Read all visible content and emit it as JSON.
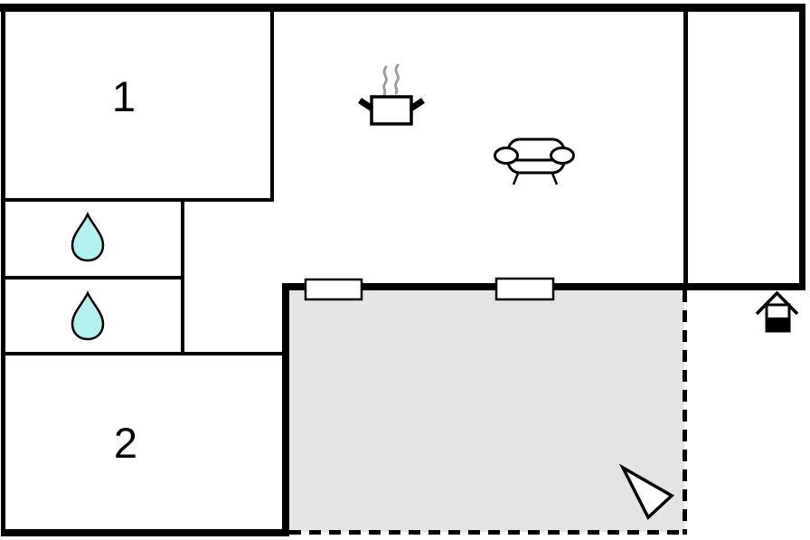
{
  "plan": {
    "type": "floor-plan",
    "colors": {
      "wall": "#000000",
      "room_fill": "#ffffff",
      "terrace_fill": "#e4e4e4",
      "water_drop_fill": "#b3f1f1",
      "steam_stroke": "#9e9e9e",
      "label_color": "#000000"
    },
    "rooms": [
      {
        "id": "room-1",
        "label": "1"
      },
      {
        "id": "room-2",
        "label": "2"
      }
    ],
    "icons": {
      "kitchen": "cooking-pot-icon",
      "living_area": "sofa-icon",
      "bathroom_1": "water-drop-icon",
      "bathroom_2": "water-drop-icon",
      "entrance": "entrance-house-icon",
      "orientation": "north-arrow-icon",
      "openings": [
        "window-icon",
        "window-icon"
      ]
    }
  }
}
